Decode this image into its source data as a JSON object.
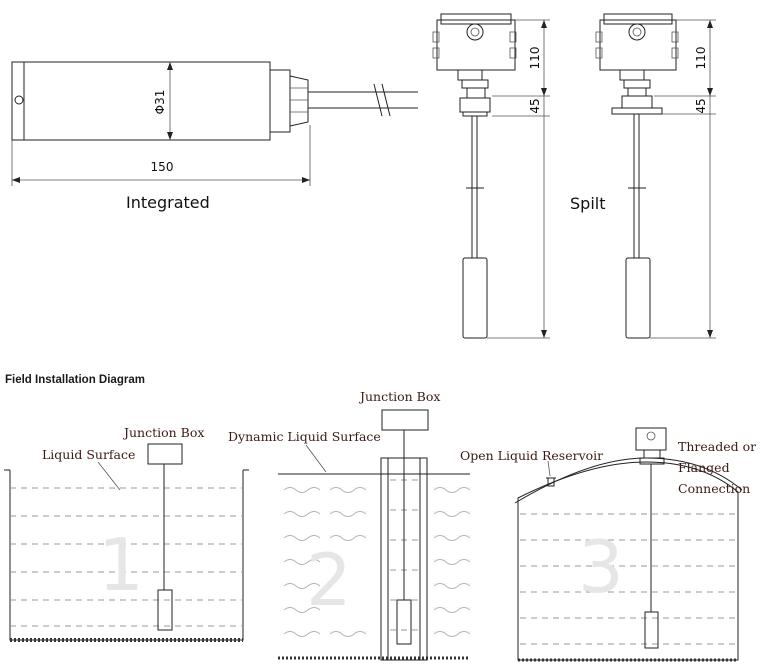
{
  "top": {
    "integrated_label": "Integrated",
    "split_label": "Spilt",
    "dim_diameter": "Φ31",
    "dim_length": "150",
    "dim_box_height": "110",
    "dim_neck_height": "45"
  },
  "section_title": "Field Installation Diagram",
  "panels": [
    {
      "number": "1",
      "surface_label": "Liquid Surface",
      "box_label": "Junction Box"
    },
    {
      "number": "2",
      "surface_label": "Dynamic Liquid Surface",
      "box_label": "Junction Box"
    },
    {
      "number": "3",
      "reservoir_label": "Open Liquid Reservoir",
      "connection_line1": "Threaded or",
      "connection_line2": "Flanged",
      "connection_line3": "Connection"
    }
  ]
}
